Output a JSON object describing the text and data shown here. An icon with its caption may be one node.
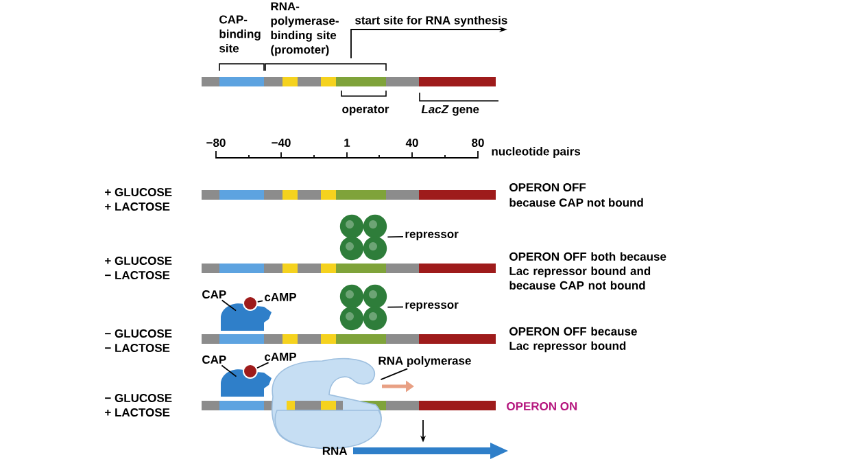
{
  "diagram": {
    "nodes": [
      {
        "text": [
          "repressor"
        ]
      },
      {
        "text": [],
        "shape": "picture"
      },
      {
        "text": [
          "CAP"
        ]
      },
      {
        "text": [],
        "shape": "picture"
      },
      {
        "text": [
          "cAMP"
        ]
      },
      {
        "text": [],
        "shape": "circle"
      },
      {
        "text": [
          "repressor"
        ]
      },
      {
        "text": [],
        "shape": "picture"
      },
      {
        "text": [
          "CAP"
        ]
      },
      {
        "text": [],
        "shape": "picture"
      },
      {
        "text": [
          "cAMP"
        ]
      },
      {
        "text": [],
        "shape": "circle"
      },
      {
        "text": [
          "RNA polymerase"
        ]
      },
      {
        "text": [],
        "shape": "picture"
      },
      {
        "text": [],
        "shape": "arrow",
        "beside": [
          "RNA"
        ]
      }
    ],
    "edges": [
      {
        "from": 0,
        "to": 1,
        "arrow": "none"
      },
      {
        "from": 2,
        "to": 3,
        "arrow": "none"
      },
      {
        "from": 4,
        "to": 5,
        "arrow": "none"
      },
      {
        "from": 6,
        "to": 7,
        "arrow": "none"
      },
      {
        "from": 8,
        "to": 9,
        "arrow": "none"
      },
      {
        "from": 10,
        "to": 11,
        "arrow": "none"
      },
      {
        "from": 12,
        "to": 13,
        "arrow": "none"
      },
      {
        "from": null,
        "to": 14,
        "arrow": "to"
      }
    ],
    "labels": [
      "CAP- binding site",
      "RNA- polymerase- binding site (promoter)",
      "start site for RNA synthesis",
      "operator",
      "*LacZ* gene",
      "−80",
      "−40",
      "1",
      "40",
      "80",
      "nucleotide pairs",
      "+ GLUCOSE",
      "+ LACTOSE",
      "OPERON OFF",
      "because CAP not bound",
      "+ GLUCOSE",
      "− LACTOSE",
      "OPERON OFF both because Lac repressor bound and because CAP not bound",
      "− GLUCOSE",
      "− LACTOSE",
      "OPERON OFF because Lac repressor bound",
      "− GLUCOSE",
      "+ LACTOSE",
      "OPERON ON"
    ]
  }
}
